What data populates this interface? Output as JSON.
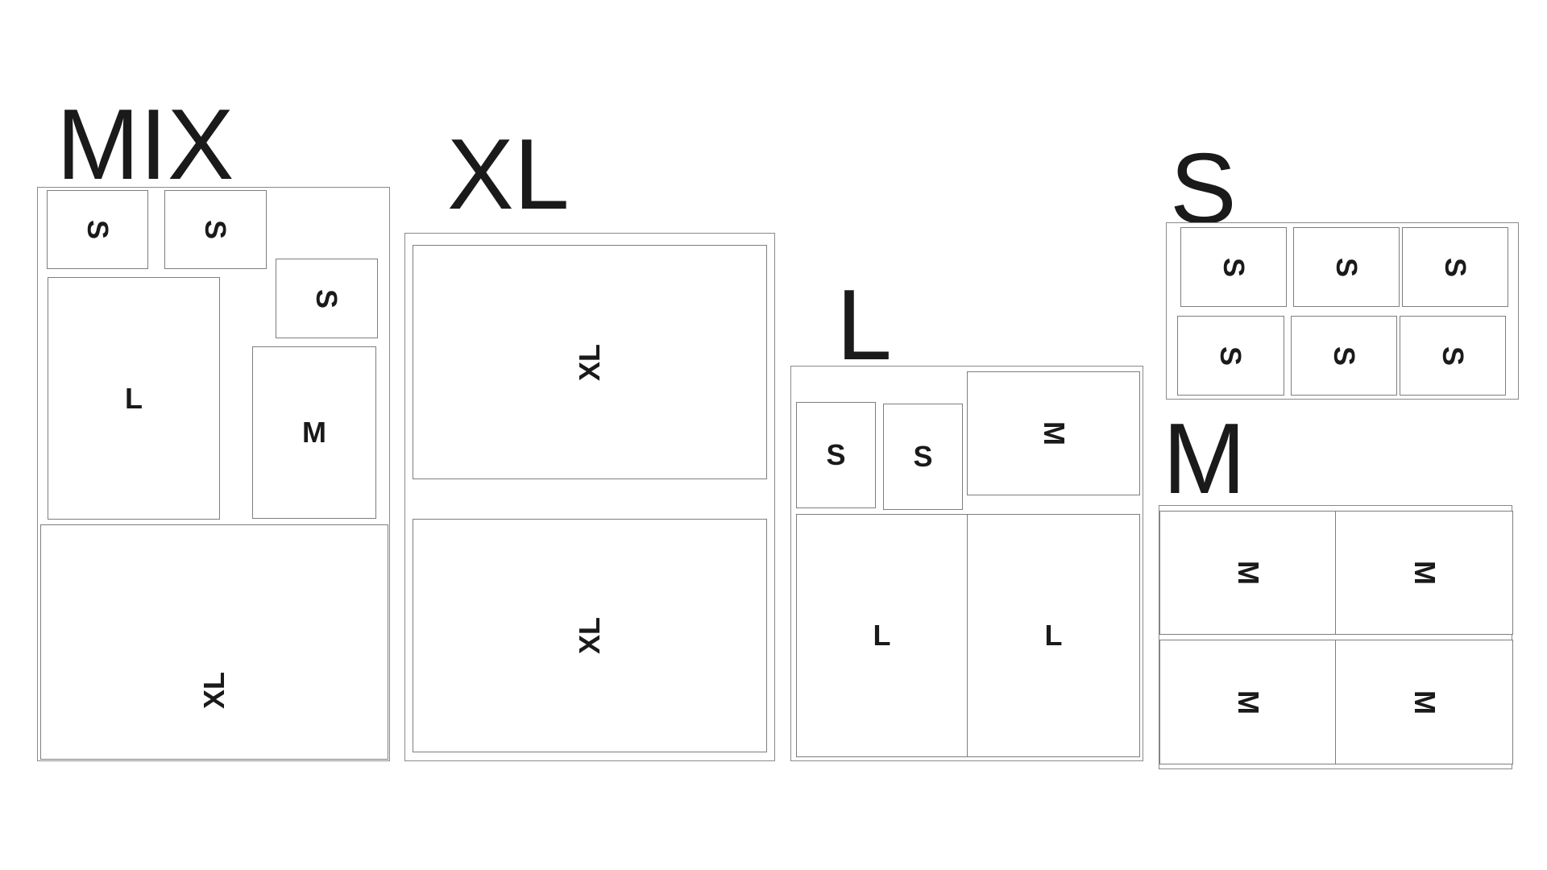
{
  "groups": {
    "mix": {
      "title": "MIX",
      "cells": [
        "S",
        "S",
        "S",
        "L",
        "M",
        "XL"
      ]
    },
    "xl": {
      "title": "XL",
      "cells": [
        "XL",
        "XL"
      ]
    },
    "l": {
      "title": "L",
      "cells": [
        "S",
        "S",
        "M",
        "L",
        "L"
      ]
    },
    "s": {
      "title": "S",
      "cells": [
        "S",
        "S",
        "S",
        "S",
        "S",
        "S"
      ]
    },
    "m": {
      "title": "M",
      "cells": [
        "M",
        "M",
        "M",
        "M"
      ]
    }
  }
}
